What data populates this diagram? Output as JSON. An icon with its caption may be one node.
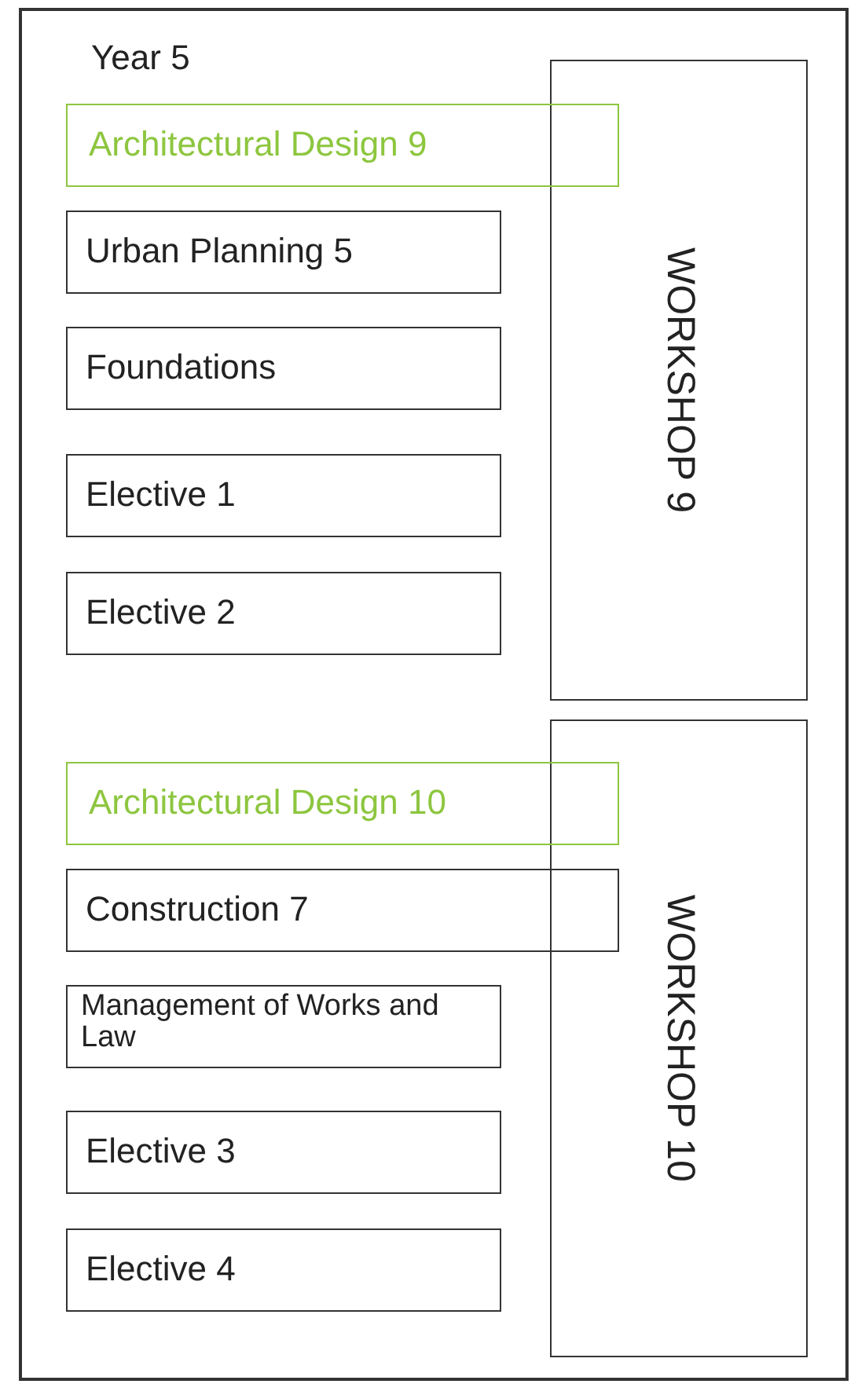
{
  "diagram": {
    "nodes": [
      {
        "text": [
          "Year 5"
        ]
      },
      {
        "text": [
          "WORKSHOP 9"
        ],
        "in": 0
      },
      {
        "text": [
          "Architectural Design 9"
        ],
        "in": 0
      },
      {
        "text": [
          "Urban Planning 5"
        ],
        "in": 0
      },
      {
        "text": [
          "Foundations"
        ],
        "in": 0
      },
      {
        "text": [
          "Elective 1"
        ],
        "in": 0
      },
      {
        "text": [
          "Elective 2"
        ],
        "in": 0
      },
      {
        "text": [
          "WORKSHOP 10"
        ],
        "in": 0
      },
      {
        "text": [
          "Architectural Design 10"
        ],
        "in": 0
      },
      {
        "text": [
          "Construction 7"
        ],
        "in": 0
      },
      {
        "text": [
          "Management of Works and Law"
        ],
        "in": 0
      },
      {
        "text": [
          "Elective 3"
        ],
        "in": 0
      },
      {
        "text": [
          "Elective 4"
        ],
        "in": 0
      }
    ]
  }
}
